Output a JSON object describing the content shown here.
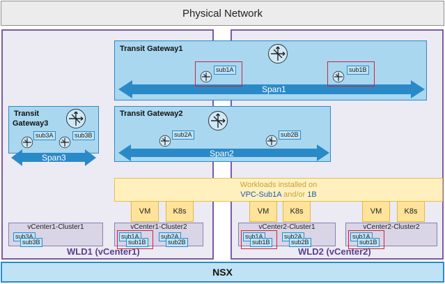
{
  "physical_network": {
    "label": "Physical Network"
  },
  "nsx": {
    "label": "NSX"
  },
  "wld1": {
    "label": "WLD1 (vCenter1)"
  },
  "wld2": {
    "label": "WLD2 (vCenter2)"
  },
  "transit_gateways": {
    "tgw1": {
      "title": "Transit Gateway1",
      "span": "Span1",
      "subnets": [
        "sub1A",
        "sub1B"
      ]
    },
    "tgw2": {
      "title": "Transit Gateway2",
      "span": "Span2",
      "subnets": [
        "sub2A",
        "sub2B"
      ]
    },
    "tgw3": {
      "title_line1": "Transit",
      "title_line2": "Gateway3",
      "span": "Span3",
      "subnets": [
        "sub3A",
        "sub3B"
      ]
    }
  },
  "workloads": {
    "line1": "Workloads installed on",
    "line2_a": "VPC-Sub1A",
    "line2_b": "and/or",
    "line2_c": "1B"
  },
  "workload_boxes": {
    "vm": "VM",
    "k8s": "K8s"
  },
  "clusters": {
    "c1": {
      "label": "vCenter1-Cluster1",
      "subnets": [
        "sub3A",
        "sub3B"
      ]
    },
    "c2": {
      "label": "vCenter1-Cluster2",
      "subnets": [
        "sub1A",
        "sub1B",
        "sub2A",
        "sub2B"
      ]
    },
    "c3": {
      "label": "vCenter2-Cluster1",
      "subnets": [
        "sub1A",
        "sub1B",
        "sub2A",
        "sub2B"
      ]
    },
    "c4": {
      "label": "vCenter2-Cluster2",
      "subnets": [
        "sub1A",
        "sub1B"
      ]
    }
  },
  "colors": {
    "wld_border": "#7a5aa6",
    "tgw_fill": "#a9d7ef",
    "span_arrow": "#2a8ac8",
    "highlight": "#d0213d",
    "workload_fill": "#fff0bd"
  },
  "icons": {
    "gateway": "router-icon"
  }
}
